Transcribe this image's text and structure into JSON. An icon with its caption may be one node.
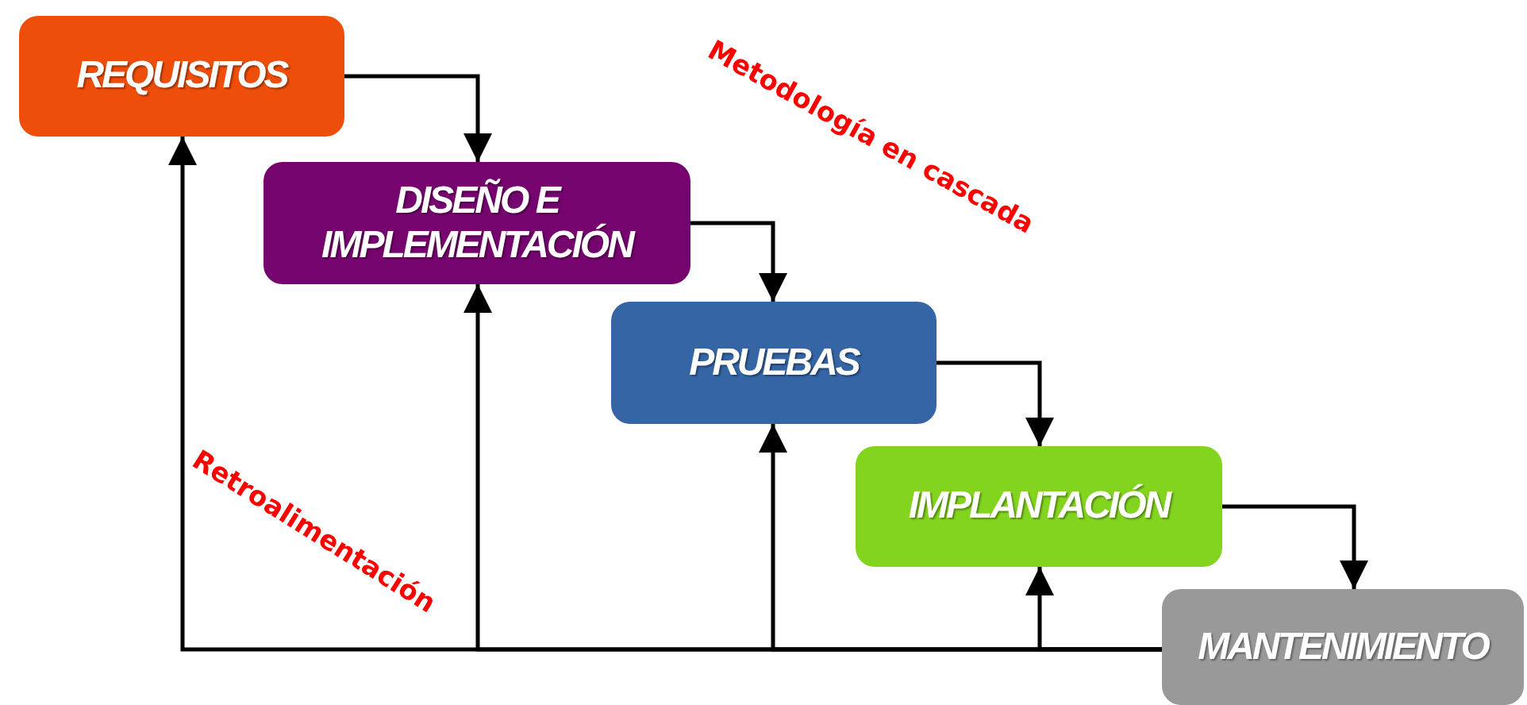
{
  "diagram": {
    "nodes": [
      {
        "text": [
          "REQUISITOS"
        ]
      },
      {
        "text": [
          "DISEÑO E IMPLEMENTACIÓN"
        ]
      },
      {
        "text": [
          "PRUEBAS"
        ]
      },
      {
        "text": [
          "IMPLANTACIÓN"
        ]
      },
      {
        "text": [
          "MANTENIMIENTO"
        ]
      }
    ],
    "edges": [
      {
        "from": 0,
        "to": 1,
        "arrow": "to"
      },
      {
        "from": 1,
        "to": 2,
        "arrow": "to"
      },
      {
        "from": 2,
        "to": 3,
        "arrow": "to"
      },
      {
        "from": 3,
        "to": 4,
        "arrow": "to"
      },
      {
        "from": 4,
        "to": 0,
        "arrow": "to"
      },
      {
        "from": 4,
        "to": 1,
        "arrow": "to"
      },
      {
        "from": 4,
        "to": 2,
        "arrow": "to"
      },
      {
        "from": 4,
        "to": 3,
        "arrow": "to"
      }
    ],
    "labels": [
      "Metodología en cascada",
      "Retroalimentación"
    ]
  }
}
